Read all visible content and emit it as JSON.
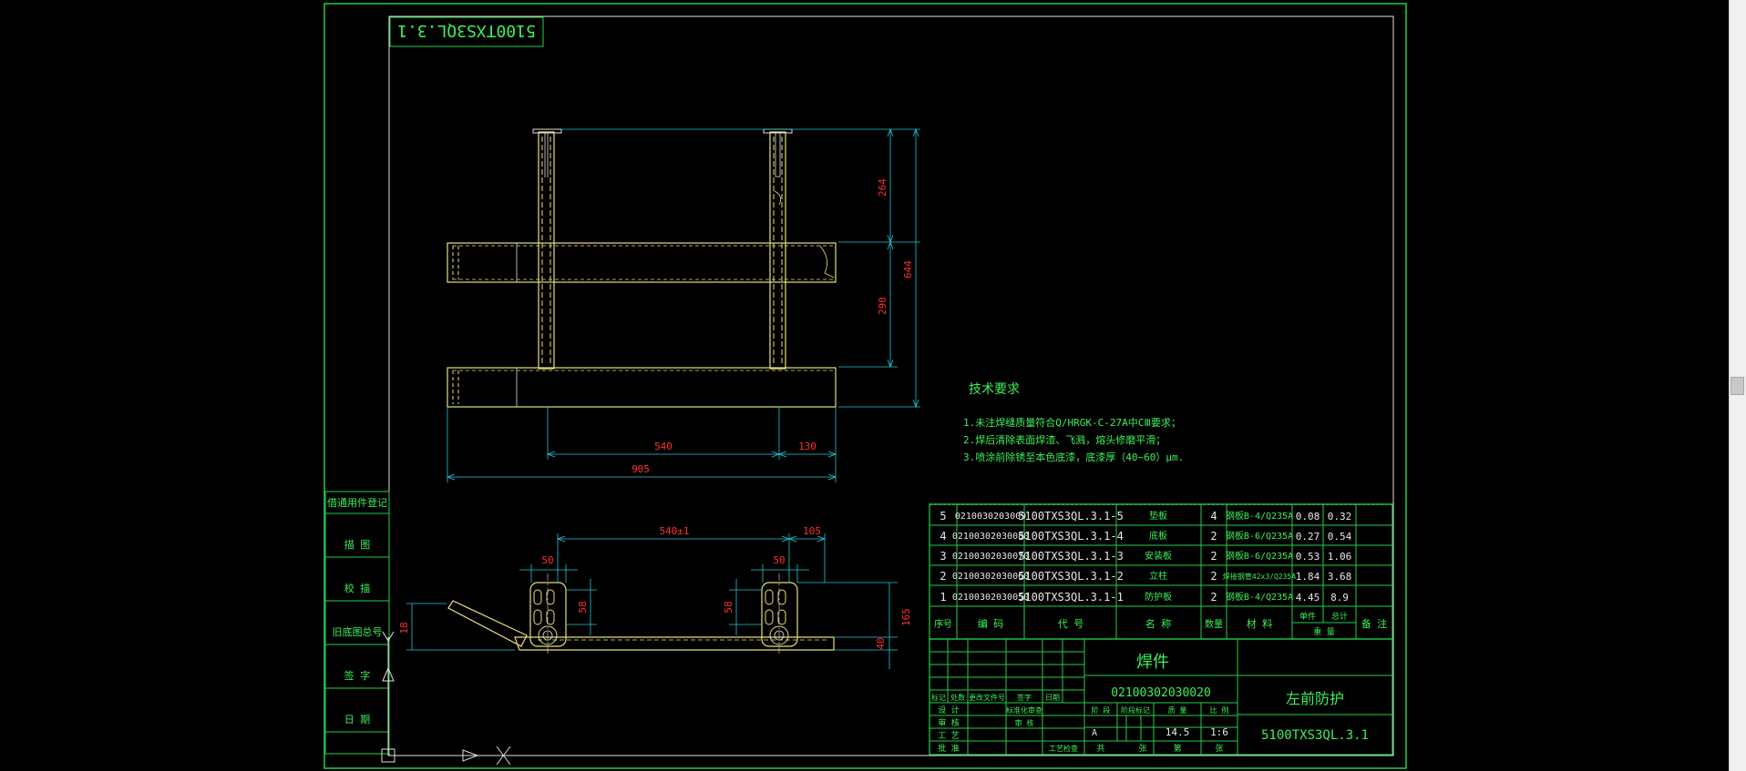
{
  "drawing": {
    "mirrored_id": "5100TXS3QL.3.1",
    "dims": {
      "d264": "264",
      "d644": "644",
      "d290": "290",
      "d540": "540",
      "d130": "130",
      "d905": "905",
      "d540e1": "540±1",
      "d105": "105",
      "d50a": "50",
      "d50b": "50",
      "d58a": "58",
      "d58b": "58",
      "d18": "18",
      "d165": "165",
      "d40": "40"
    },
    "tech": {
      "title": "技术要求",
      "lines": [
        "1.未注焊缝质量符合Q/HRGK-C-27A中CⅢ要求；",
        "2.焊后清除表面焊渣、飞溅，熔头修磨平滑；",
        "3.喷涂前除锈至本色底漆，底漆厚（40~60）μm."
      ]
    },
    "side_labels": [
      "借通用件登记",
      "描 图",
      "校 描",
      "旧底图总号",
      "签 字",
      "日 期"
    ]
  },
  "bom": {
    "rows": [
      [
        "5",
        "0210030203009",
        "5100TXS3QL.3.1-5",
        "垫板",
        "4",
        "钢板B-4/Q235A",
        "0.08",
        "0.32"
      ],
      [
        "4",
        "02100302030080",
        "5100TXS3QL.3.1-4",
        "底板",
        "2",
        "钢板B-6/Q235A",
        "0.27",
        "0.54"
      ],
      [
        "3",
        "02100302030070",
        "5100TXS3QL.3.1-3",
        "安装板",
        "2",
        "钢板B-6/Q235A",
        "0.53",
        "1.06"
      ],
      [
        "2",
        "02100302030060",
        "5100TXS3QL.3.1-2",
        "立柱",
        "2",
        "焊接钢管42x3/Q235A",
        "1.84",
        "3.68"
      ],
      [
        "1",
        "02100302030050",
        "5100TXS3QL.3.1-1",
        "防护板",
        "2",
        "钢板B-4/Q235A",
        "4.45",
        "8.9"
      ]
    ],
    "header": [
      "序号",
      "编 码",
      "代 号",
      "名 称",
      "数量",
      "材 料",
      "单件",
      "总计",
      "备 注"
    ],
    "weight_label": "重 量"
  },
  "titleblock": {
    "type": "焊件",
    "code": "02100302030020",
    "name": "左前防护",
    "drawing_no": "5100TXS3QL.3.1",
    "stage": "A",
    "weight": "14.5",
    "scale": "1:6",
    "small_labels": [
      "标记",
      "处数",
      "更改文件号",
      "签字",
      "日期"
    ],
    "roles": [
      "设 计",
      "审 核",
      "工 艺",
      "批 准",
      "工艺检查"
    ],
    "std_labels": [
      "标准化审查",
      "审 核"
    ],
    "mid_labels": [
      "阶 段",
      "阶段标记",
      "质 量",
      "比 例"
    ],
    "bottom_labels": [
      "共",
      "张",
      "第",
      "张"
    ]
  }
}
